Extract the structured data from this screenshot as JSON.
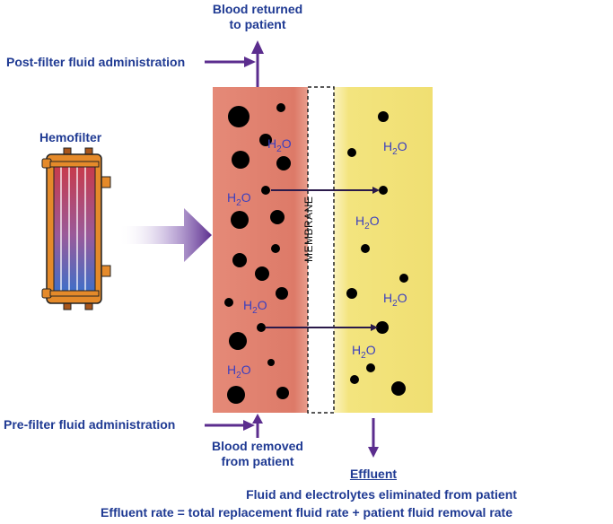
{
  "labels": {
    "blood_returned_line1": "Blood returned",
    "blood_returned_line2": "to patient",
    "post_filter": "Post-filter fluid administration",
    "hemofilter": "Hemofilter",
    "pre_filter": "Pre-filter fluid administration",
    "blood_removed_line1": "Blood removed",
    "blood_removed_line2": "from patient",
    "membrane": "MEMBRANE",
    "h2o_main": "H",
    "h2o_sub": "2",
    "h2o_tail": "O"
  },
  "effluent": {
    "title": "Effluent",
    "line1": "Fluid and electrolytes eliminated from patient",
    "line2": "Effluent rate = total replacement fluid rate + patient fluid removal rate"
  },
  "colors": {
    "blood": "#e08070",
    "effluent_side": "#f2e07a",
    "label_blue": "#1f3a93",
    "arrow_purple": "#5b2d8e",
    "h2o_blue": "#3b3fbf"
  }
}
